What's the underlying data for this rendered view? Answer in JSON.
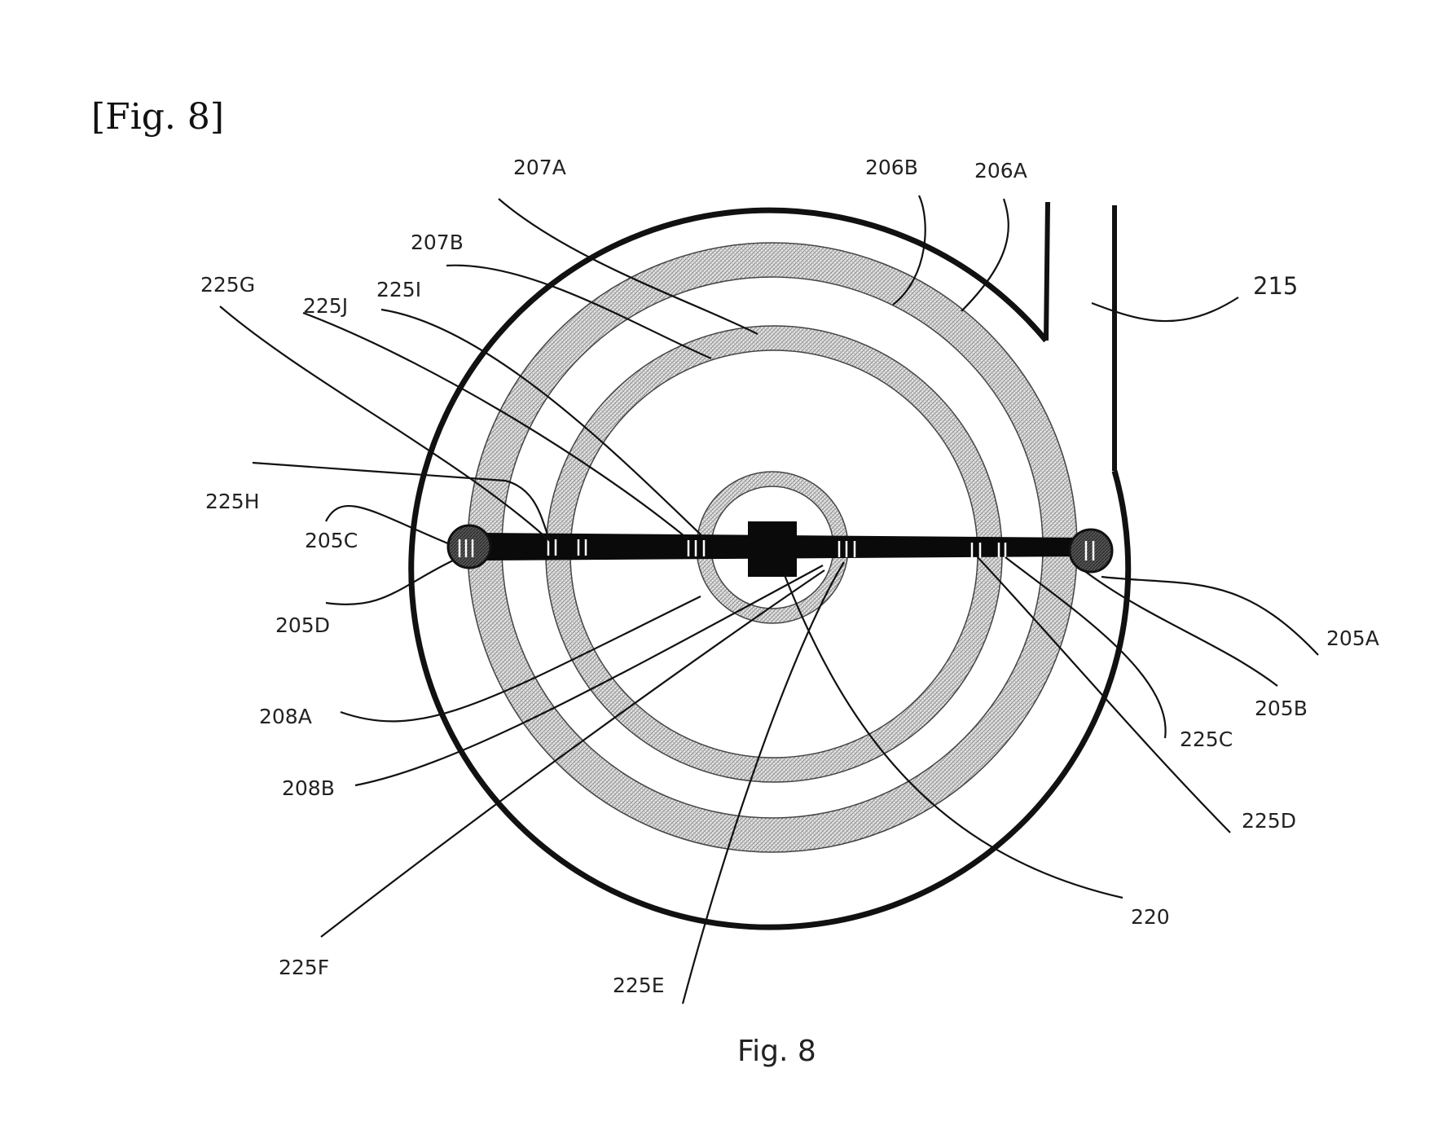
{
  "header": "[Fig. 8]",
  "caption": "Fig. 8",
  "colors": {
    "line": "#111111",
    "ring_fill": "#cfcfcf",
    "background": "#ffffff"
  },
  "labels": {
    "l207A": "207A",
    "l206B": "206B",
    "l206A": "206A",
    "l207B": "207B",
    "l225G": "225G",
    "l225J": "225J",
    "l225I": "225I",
    "l215": "215",
    "l225H": "225H",
    "l205C": "205C",
    "l205D": "205D",
    "l205A": "205A",
    "l205B": "205B",
    "l225C": "225C",
    "l208A": "208A",
    "l208B": "208B",
    "l225D": "225D",
    "l220": "220",
    "l225F": "225F",
    "l225E": "225E"
  }
}
